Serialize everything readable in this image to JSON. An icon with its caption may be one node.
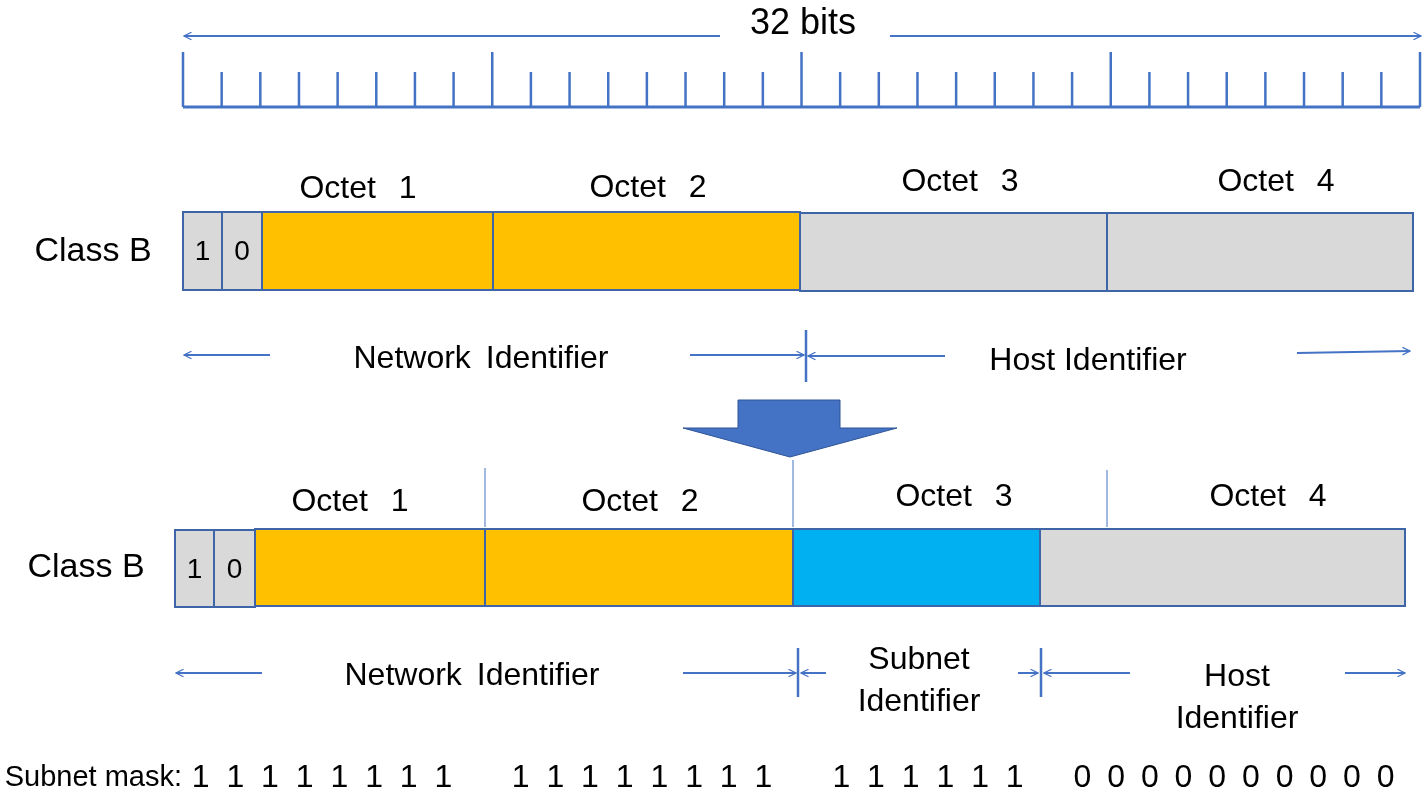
{
  "diagram": {
    "nodes": [
      {
        "text": [
          "1"
        ]
      },
      {
        "text": [
          "0"
        ]
      },
      {
        "text": [],
        "shape": "box"
      },
      {
        "text": [],
        "shape": "box"
      },
      {
        "text": [],
        "shape": "box"
      },
      {
        "text": [],
        "shape": "box"
      },
      {
        "text": [
          "1"
        ]
      },
      {
        "text": [
          "0"
        ]
      },
      {
        "text": [],
        "shape": "box"
      },
      {
        "text": [],
        "shape": "box"
      },
      {
        "text": [],
        "shape": "box"
      },
      {
        "text": [],
        "shape": "box"
      }
    ],
    "labels": [
      "32 bits",
      "Octet 1",
      "Octet 2",
      "Octet 3",
      "Octet 4",
      "Class B",
      "Network Identifier",
      "Host Identifier",
      "Octet 1",
      "Octet 2",
      "Octet 3",
      "Octet 4",
      "Class B",
      "Network Identifier",
      "Subnet Identifier",
      "Host Identifier",
      "Subnet mask:",
      "1 1 1 1 1 1 1 1",
      "1 1 1 1 1 1 1 1",
      "1 1 1 1 1 1",
      "0 0 0 0 0 0 0 0 0 0"
    ]
  }
}
